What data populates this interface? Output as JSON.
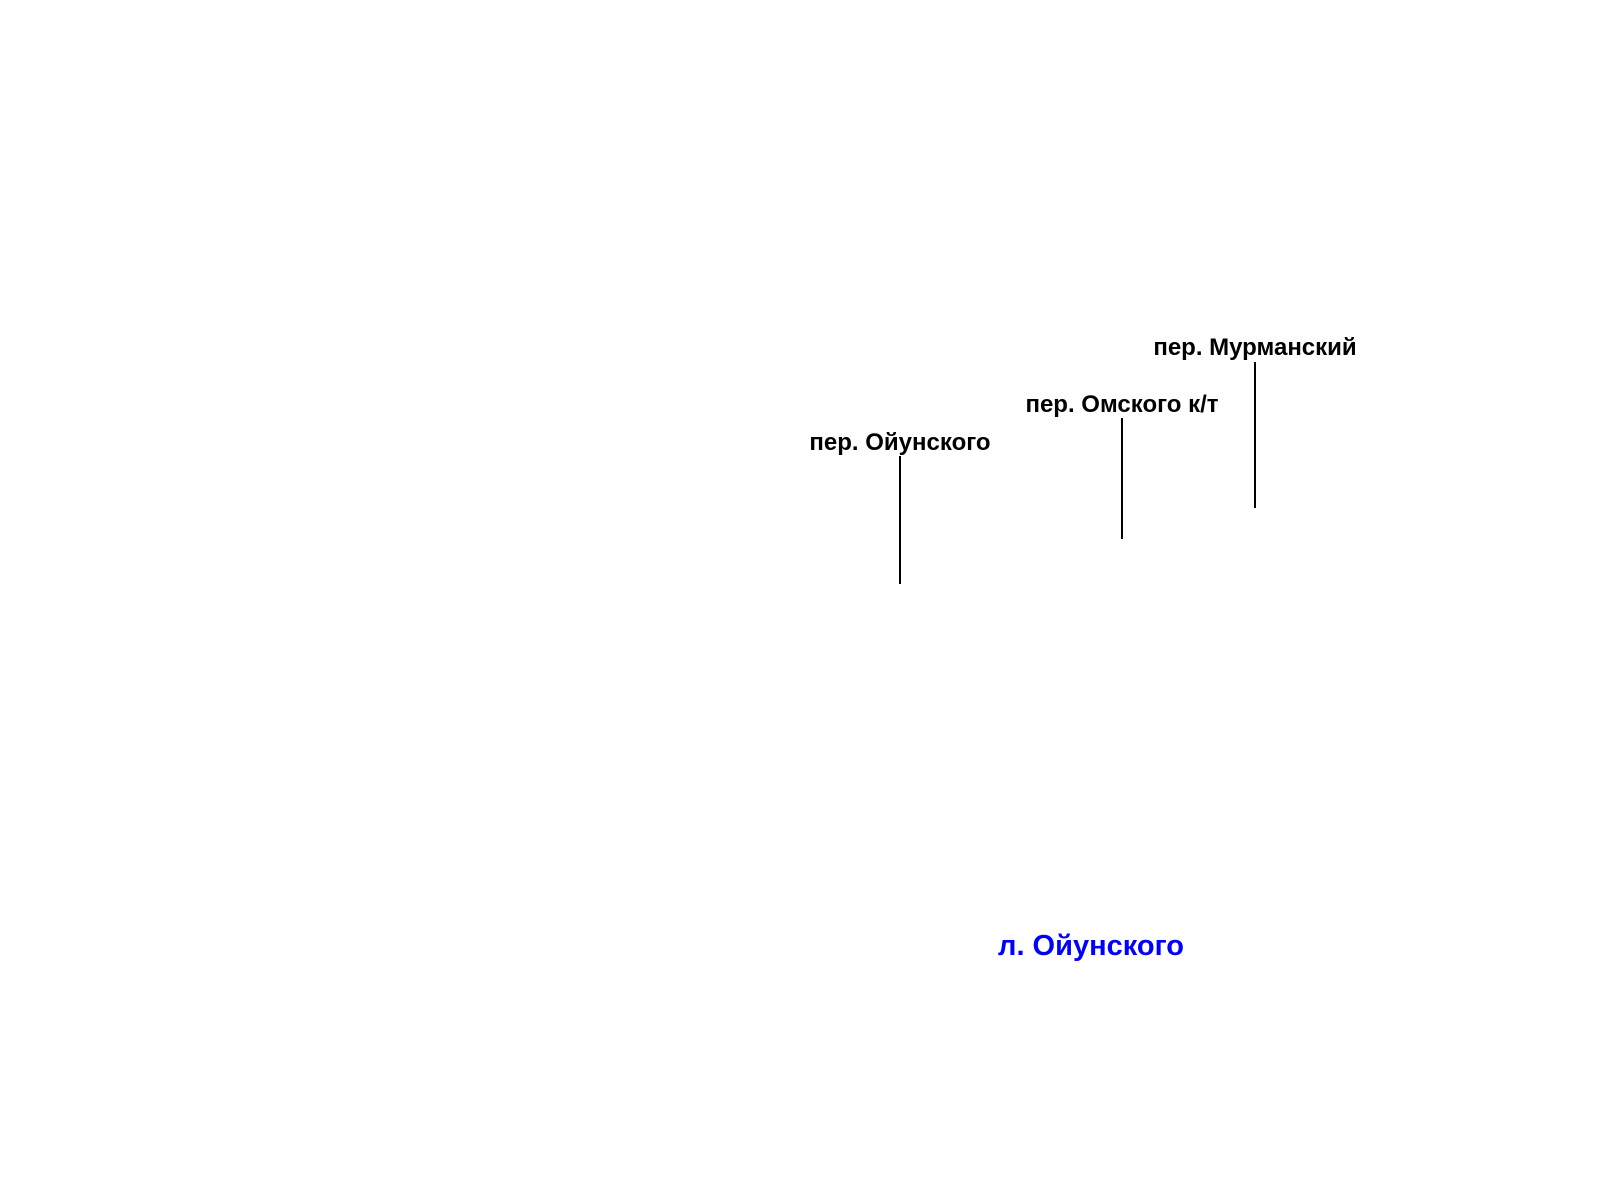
{
  "map": {
    "background_color": "#ffffff",
    "lane_label_color": "#000000",
    "street_label_color": "#0000ff",
    "lanes": {
      "murmansky": "пер. Мурманский",
      "omskogo": "пер. Омского к/т",
      "oyunskogo": "пер. Ойунского"
    },
    "street": "л. Ойунского"
  }
}
